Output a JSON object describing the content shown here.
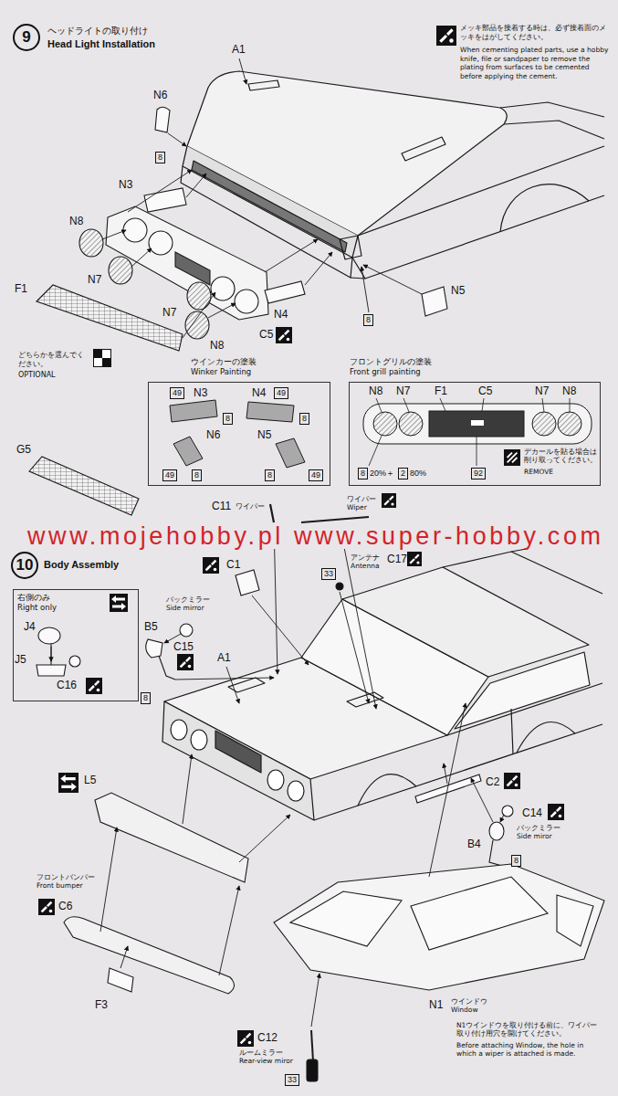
{
  "diagram": {
    "nodes": [
      {
        "text": [
          "9"
        ]
      },
      {
        "text": [
          "ウインカーの塗装",
          "Winker Painting"
        ]
      },
      {
        "text": [
          "フロントグリルの塗装",
          "Front grill painting"
        ]
      },
      {
        "text": [
          "10"
        ]
      },
      {
        "text": [
          "右側のみ",
          "Right only"
        ]
      }
    ],
    "labels": [
      "ヘッドライトの取り付け",
      "Head Light Installation",
      "メッキ部品を接着する時は、必ず接着面のメッキをはがしてください。",
      "When cementing plated parts, use a hobby knife, file or sandpaper to remove the plating from surfaces to be cemented before applying the cement.",
      "A1",
      "N6",
      "8",
      "N3",
      "N8",
      "N7",
      "F1",
      "N7",
      "N4",
      "N5",
      "N8",
      "C5",
      "8",
      "どちらかを選んでください。",
      "OPTIONAL",
      "G5",
      "49",
      "N3",
      "8",
      "N4",
      "49",
      "8",
      "N6",
      "49",
      "8",
      "N5",
      "8",
      "49",
      "N8",
      "N7",
      "F1",
      "C5",
      "N7",
      "N8",
      "8",
      "20%＋",
      "2",
      "80%",
      "92",
      "デカールを貼る場合は削り取ってください。",
      "REMOVE",
      "www.mojehobby.pl www.super-hobby.com",
      "Body Assembly",
      "C11",
      "ワイパー",
      "ワイパー",
      "Wiper",
      "C1",
      "J4",
      "J5",
      "C16",
      "バックミラー",
      "Side mirror",
      "B5",
      "C15",
      "8",
      "A1",
      "アンテナ",
      "Antenna",
      "C17",
      "33",
      "C2",
      "C14",
      "B4",
      "バックミラー",
      "Side miror",
      "8",
      "L5",
      "フロントバンパー",
      "Front bumper",
      "C6",
      "F3",
      "N1",
      "ウインドウ",
      "Window",
      "N1ウインドウを取り付ける前に、ワイパー取り付け用穴を開けてください。",
      "Before attaching Window, the hole in which a wiper is attached is made.",
      "C12",
      "ルームミラー",
      "Rear-view miror",
      "33"
    ]
  }
}
